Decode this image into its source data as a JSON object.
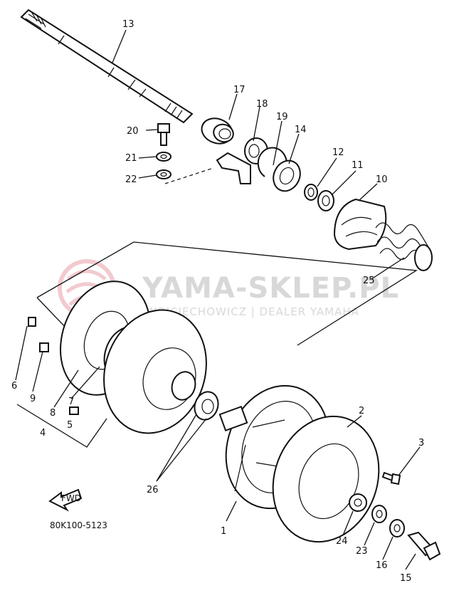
{
  "watermark": {
    "title": "YAMA-SKLEP.PL",
    "subtitle": "WOJCIECHOWICZ | DEALER YAMAHA",
    "logo_color": "#e8a0a8",
    "text_color": "#d8d8d8"
  },
  "diagram_code": "80K100-5123",
  "fwd_label": "FWD",
  "callouts": {
    "c1": "1",
    "c2": "2",
    "c3": "3",
    "c4": "4",
    "c5": "5",
    "c6": "6",
    "c7": "7",
    "c8": "8",
    "c9": "9",
    "c10": "10",
    "c11": "11",
    "c12": "12",
    "c13": "13",
    "c14": "14",
    "c15": "15",
    "c16": "16",
    "c17": "17",
    "c18": "18",
    "c19": "19",
    "c20": "20",
    "c21": "21",
    "c22": "22",
    "c23": "23",
    "c24": "24",
    "c25": "25",
    "c26": "26"
  }
}
